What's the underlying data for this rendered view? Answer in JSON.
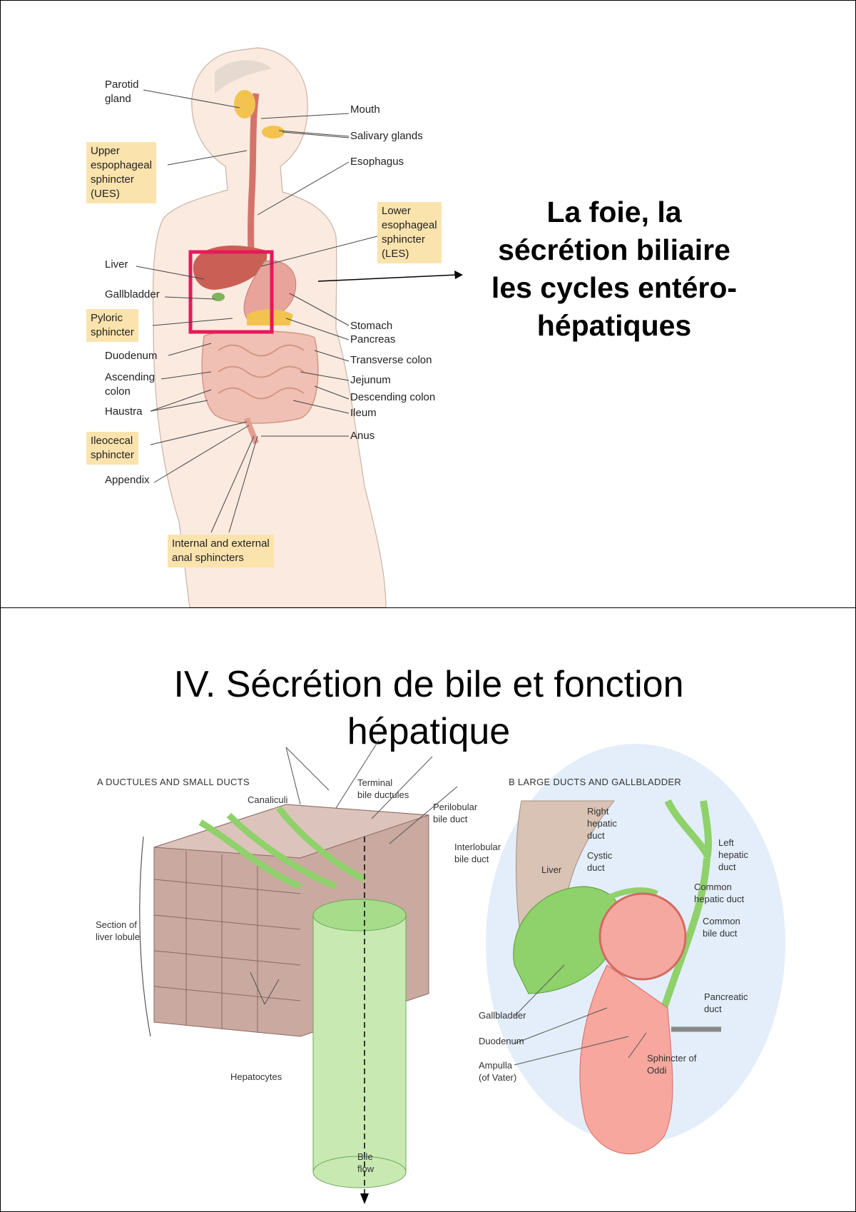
{
  "slide1": {
    "title_lines": [
      "La foie, la",
      "sécrétion biliaire",
      "les cycles entéro-",
      "hépatiques"
    ],
    "labels_left": {
      "parotid": [
        "Parotid",
        "gland"
      ],
      "liver": "Liver",
      "gallbladder": "Gallbladder",
      "duodenum": "Duodenum",
      "ascending_colon": [
        "Ascending",
        "colon"
      ],
      "haustra": "Haustra",
      "appendix": "Appendix"
    },
    "labels_highlighted": {
      "ues": [
        "Upper",
        "espophageal",
        "sphincter",
        "(UES)"
      ],
      "les": [
        "Lower",
        "esophageal",
        "sphincter",
        "(LES)"
      ],
      "pyloric": [
        "Pyloric",
        "sphincter"
      ],
      "ileocecal": [
        "Ileocecal",
        "sphincter"
      ],
      "anal": [
        "Internal and external",
        "anal sphincters"
      ]
    },
    "labels_right": {
      "mouth": "Mouth",
      "salivary": "Salivary glands",
      "esophagus": "Esophagus",
      "stomach": "Stomach",
      "pancreas": "Pancreas",
      "transverse_colon": "Transverse colon",
      "jejunum": "Jejunum",
      "descending_colon": "Descending colon",
      "ileum": "Ileum",
      "anus": "Anus"
    },
    "colors": {
      "highlight_box": "#e8185a",
      "label_fill": "#fbe3ad",
      "body_fill": "#fbeadf"
    }
  },
  "slide2": {
    "title_lines": [
      "IV. Sécrétion de bile et fonction",
      "hépatique"
    ],
    "panel_a": {
      "header": "A   DUCTULES AND SMALL DUCTS",
      "canaliculi": "Canaliculi",
      "terminal": [
        "Terminal",
        "bile ductules"
      ],
      "perilobular": [
        "Perilobular",
        "bile duct"
      ],
      "interlobular": [
        "Interlobular",
        "bile duct"
      ],
      "section": [
        "Section of",
        "liver lobule"
      ],
      "hepatocytes": "Hepatocytes",
      "bile_flow": [
        "Bile",
        "flow"
      ]
    },
    "panel_b": {
      "header": "B   LARGE DUCTS AND GALLBLADDER",
      "right_hepatic": [
        "Right",
        "hepatic",
        "duct"
      ],
      "left_hepatic": [
        "Left",
        "hepatic",
        "duct"
      ],
      "liver": "Liver",
      "cystic": [
        "Cystic",
        "duct"
      ],
      "common_hepatic": [
        "Common",
        "hepatic duct"
      ],
      "common_bile": [
        "Common",
        "bile duct"
      ],
      "pancreatic": [
        "Pancreatic",
        "duct"
      ],
      "gallbladder": "Gallbladder",
      "duodenum": "Duodenum",
      "ampulla": [
        "Ampulla",
        "(of Vater)"
      ],
      "oddi": [
        "Sphincter of",
        "Oddi"
      ]
    }
  }
}
